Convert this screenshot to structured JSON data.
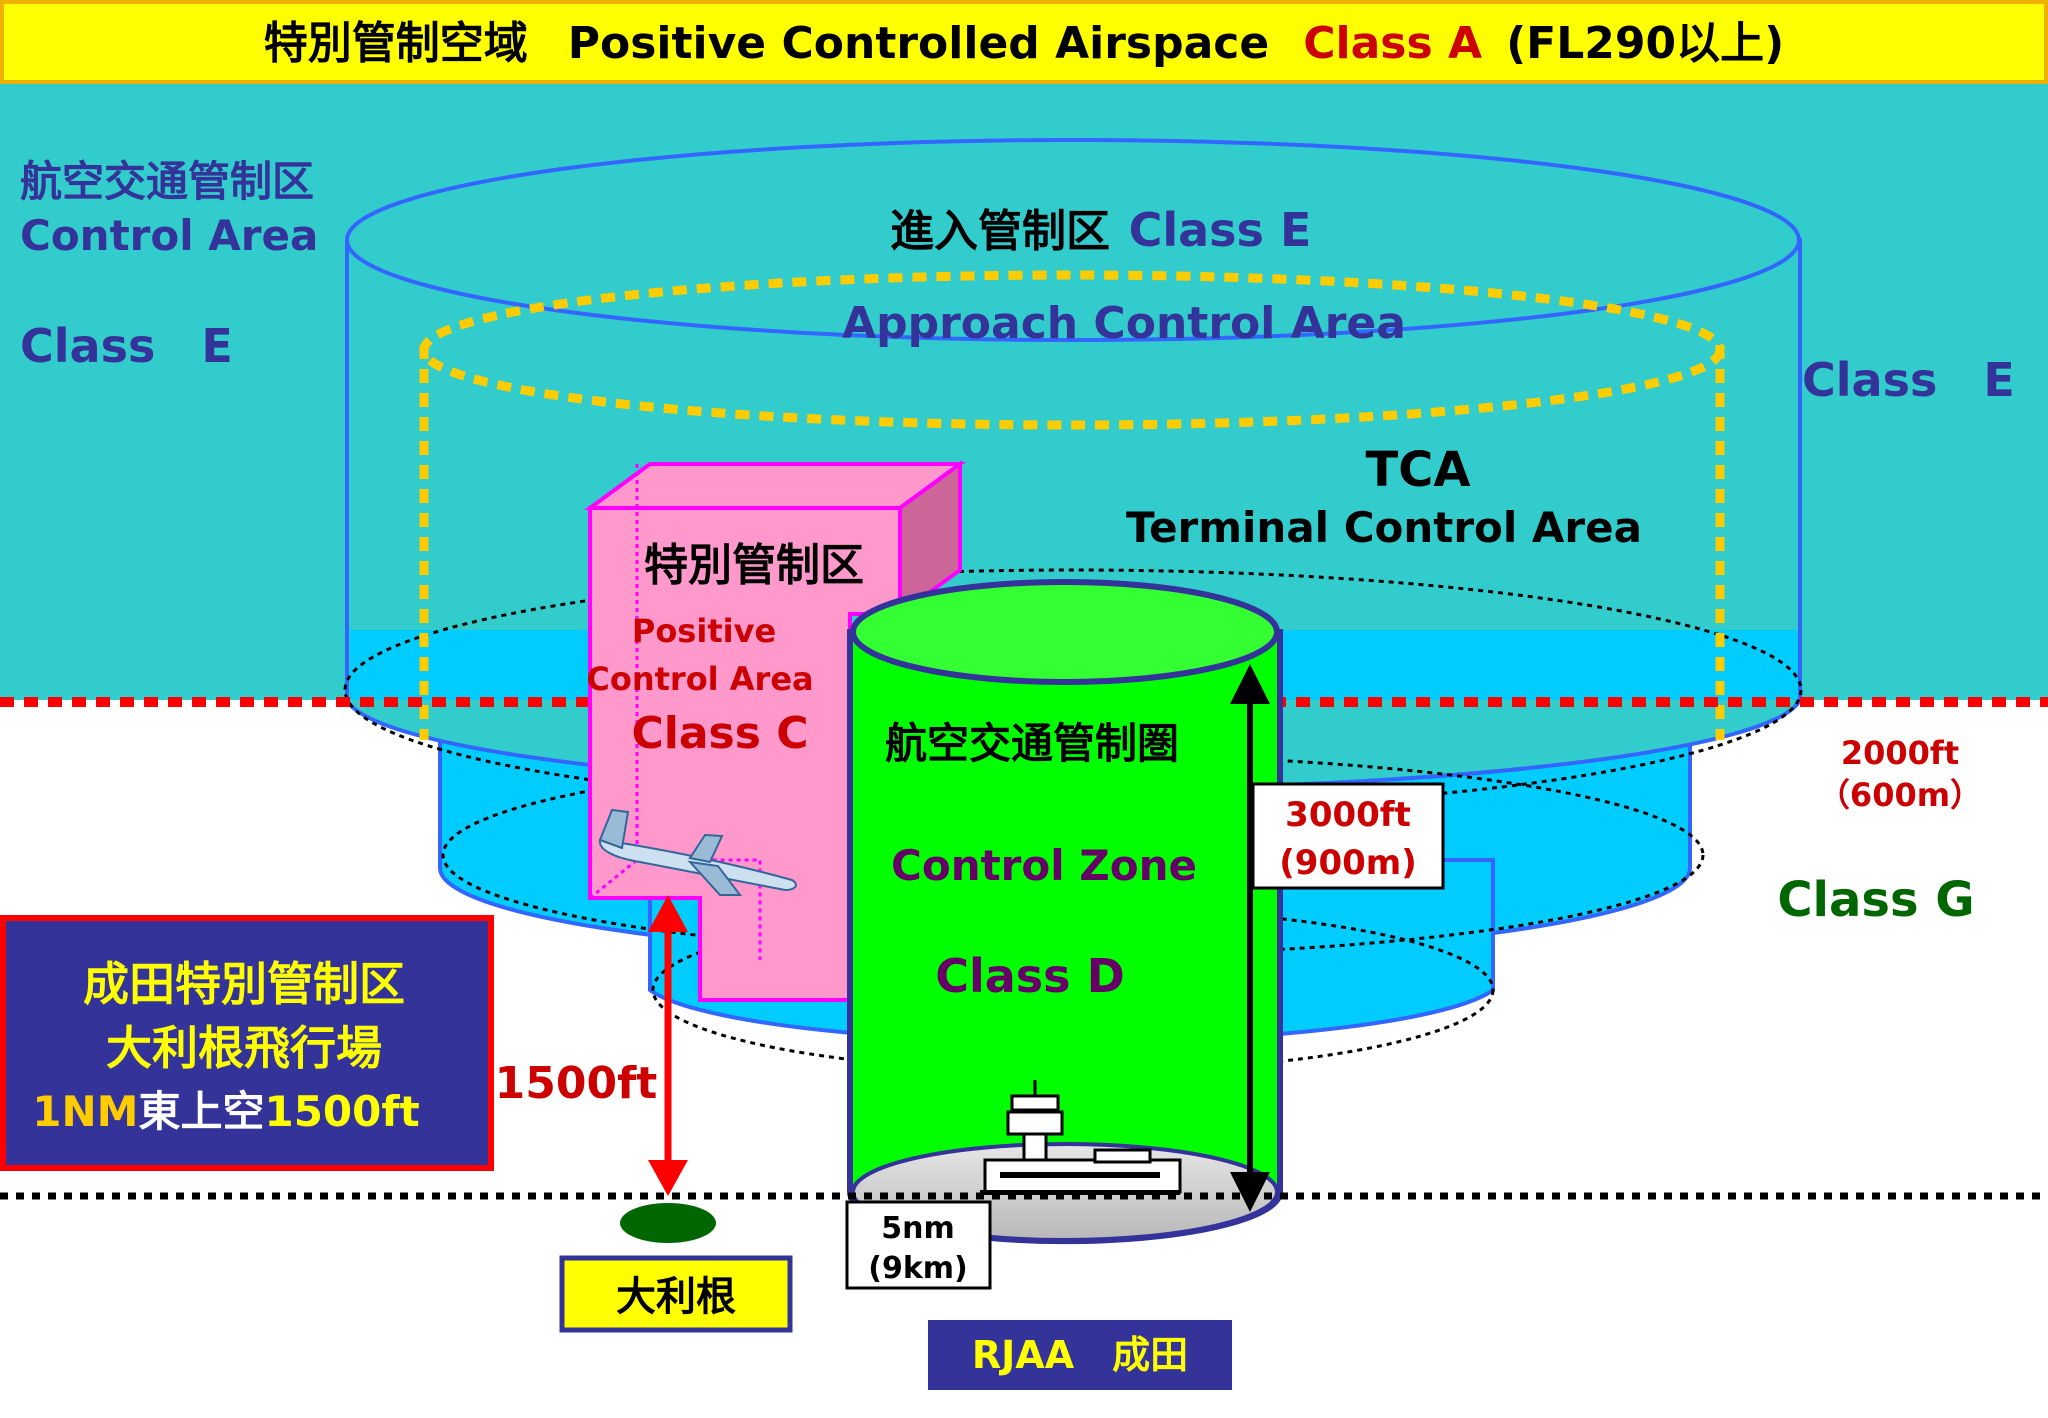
{
  "banner": {
    "label_jp": "特別管制空域",
    "label_en": "Positive Controlled Airspace",
    "class_label": "Class A",
    "altitude": "(FL290以上)"
  },
  "control_area": {
    "label_jp": "航空交通管制区",
    "label_en": "Control Area",
    "class_left": "Class　E",
    "class_right": "Class　E"
  },
  "approach_area": {
    "label_jp": "進入管制区",
    "class_label": "Class E",
    "label_en": "Approach Control Area"
  },
  "tca": {
    "abbr": "TCA",
    "label_en": "Terminal Control Area"
  },
  "positive_control_area": {
    "label_jp": "特別管制区",
    "label_en_line1": "Positive",
    "label_en_line2": "Control Area",
    "class_label": "Class C"
  },
  "control_zone": {
    "label_jp": "航空交通管制圏",
    "label_en": "Control Zone",
    "class_label": "Class D",
    "height_ft": "3000ft",
    "height_m": "(900m)",
    "radius_nm": "5nm",
    "radius_km": "(9km)"
  },
  "lower_limit": {
    "ft": "2000ft",
    "m": "（600m）"
  },
  "class_g": "Class G",
  "narita_box": {
    "line1": "成田特別管制区",
    "line2": "大利根飛行場",
    "line3_prefix": "1NM",
    "line3_mid": "東上空",
    "line3_suffix": "1500ft"
  },
  "arrow_label": "1500ft",
  "otone_label": "大利根",
  "rjaa_label": "RJAA　成田",
  "colors": {
    "teal": "#33cccc",
    "cyan": "#00ccff",
    "banner_yellow": "#ffff00",
    "text_blue": "#333399",
    "text_red": "#cc0000",
    "green": "#00ff00",
    "pink": "#ff99cc",
    "magenta": "#ff00ff",
    "purple": "#660066",
    "dark_green": "#006600"
  }
}
